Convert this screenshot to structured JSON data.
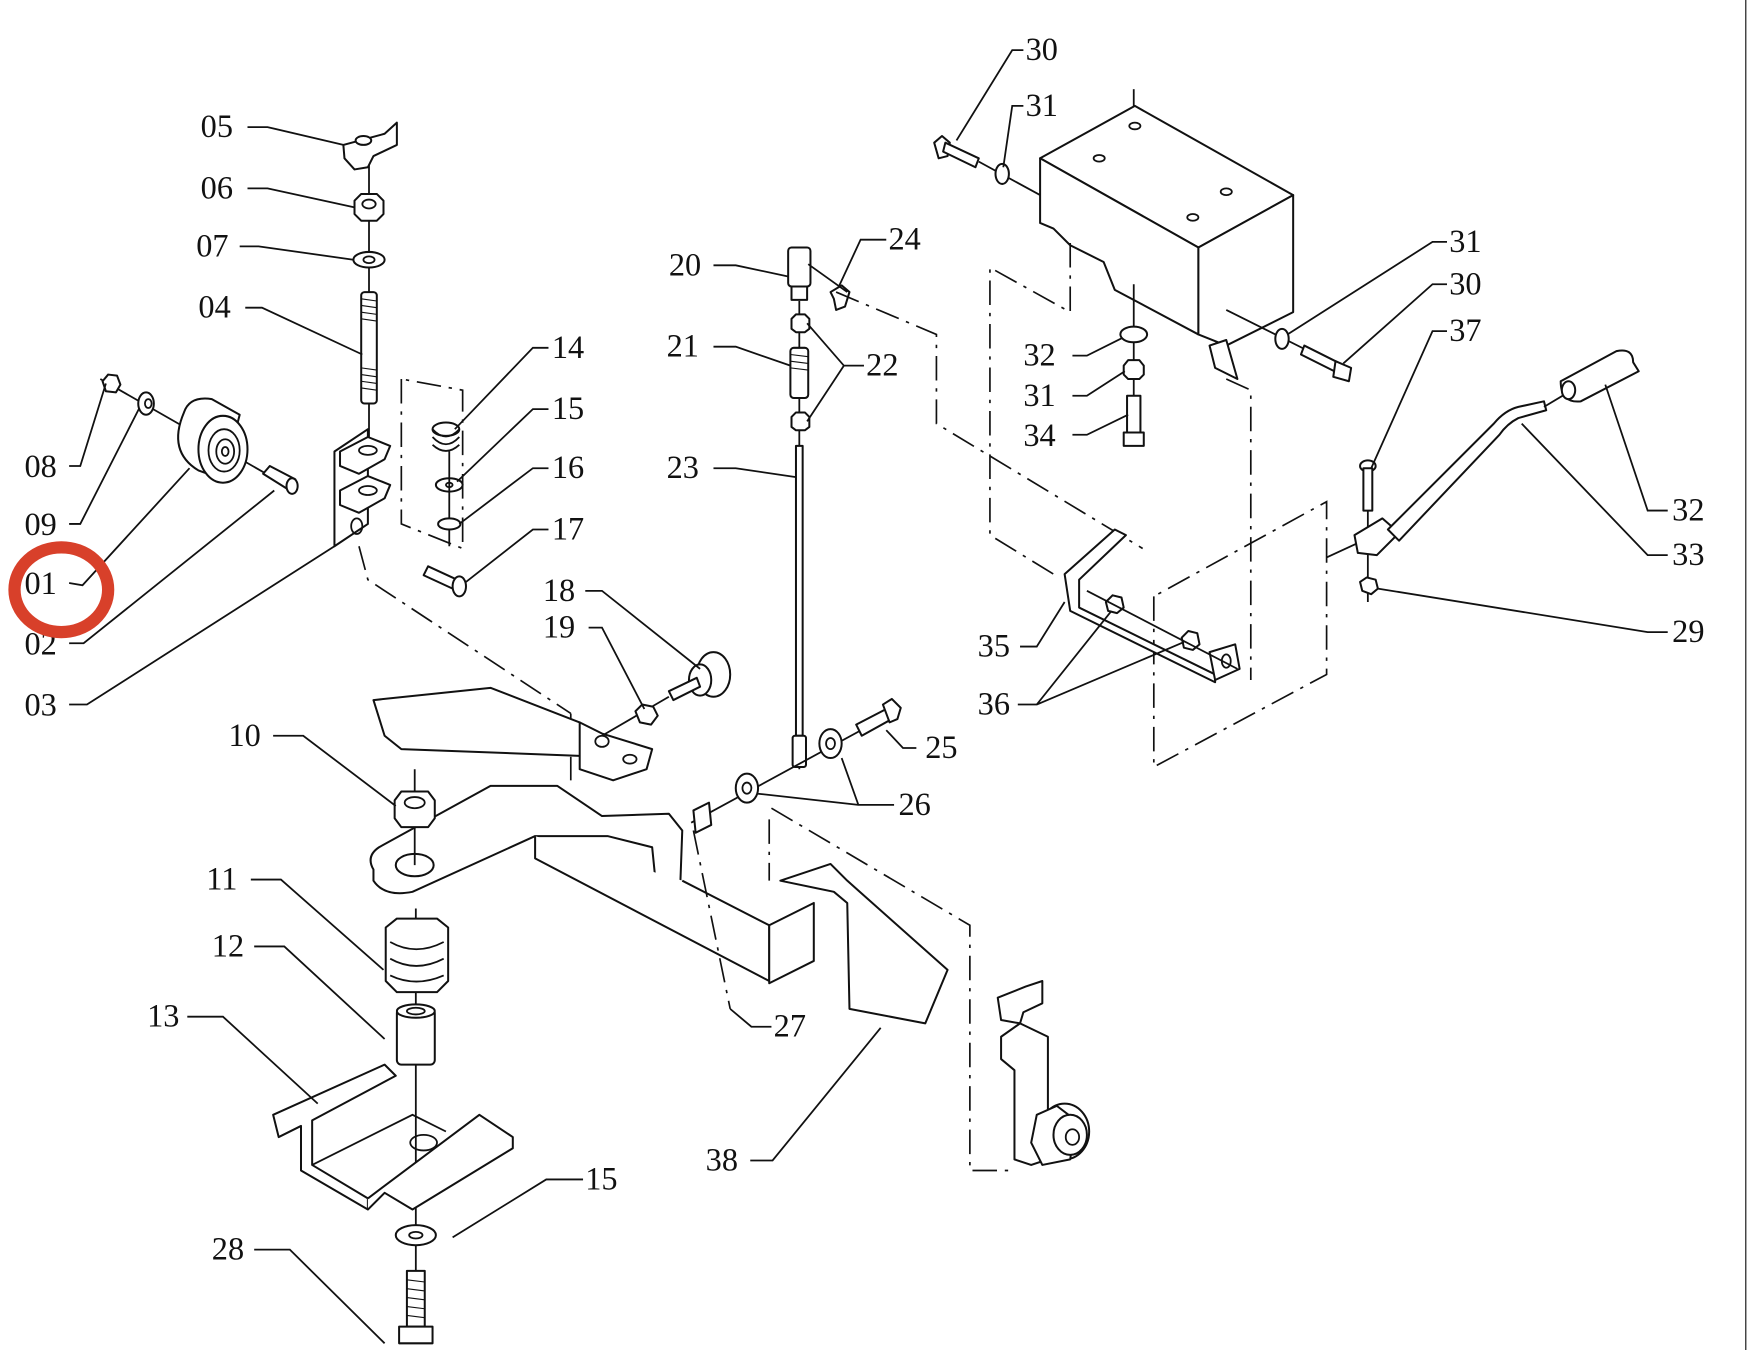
{
  "diagram": {
    "type": "exploded parts diagram",
    "highlight": {
      "label": "01",
      "color": "#d8402a"
    },
    "callouts": [
      {
        "id": "c05",
        "label": "05"
      },
      {
        "id": "c06",
        "label": "06"
      },
      {
        "id": "c07",
        "label": "07"
      },
      {
        "id": "c04",
        "label": "04"
      },
      {
        "id": "c08",
        "label": "08"
      },
      {
        "id": "c09",
        "label": "09"
      },
      {
        "id": "c01",
        "label": "01"
      },
      {
        "id": "c02",
        "label": "02"
      },
      {
        "id": "c03",
        "label": "03"
      },
      {
        "id": "c14",
        "label": "14"
      },
      {
        "id": "c15a",
        "label": "15"
      },
      {
        "id": "c16",
        "label": "16"
      },
      {
        "id": "c17",
        "label": "17"
      },
      {
        "id": "c18",
        "label": "18"
      },
      {
        "id": "c19",
        "label": "19"
      },
      {
        "id": "c10",
        "label": "10"
      },
      {
        "id": "c11",
        "label": "11"
      },
      {
        "id": "c12",
        "label": "12"
      },
      {
        "id": "c13",
        "label": "13"
      },
      {
        "id": "c15b",
        "label": "15"
      },
      {
        "id": "c28",
        "label": "28"
      },
      {
        "id": "c20",
        "label": "20"
      },
      {
        "id": "c21",
        "label": "21"
      },
      {
        "id": "c22",
        "label": "22"
      },
      {
        "id": "c23",
        "label": "23"
      },
      {
        "id": "c24",
        "label": "24"
      },
      {
        "id": "c25",
        "label": "25"
      },
      {
        "id": "c26",
        "label": "26"
      },
      {
        "id": "c27",
        "label": "27"
      },
      {
        "id": "c38",
        "label": "38"
      },
      {
        "id": "c30a",
        "label": "30"
      },
      {
        "id": "c31a",
        "label": "31"
      },
      {
        "id": "c31b",
        "label": "31"
      },
      {
        "id": "c30b",
        "label": "30"
      },
      {
        "id": "c32a",
        "label": "32"
      },
      {
        "id": "c31c",
        "label": "31"
      },
      {
        "id": "c34",
        "label": "34"
      },
      {
        "id": "c37",
        "label": "37"
      },
      {
        "id": "c32b",
        "label": "32"
      },
      {
        "id": "c33",
        "label": "33"
      },
      {
        "id": "c29",
        "label": "29"
      },
      {
        "id": "c35",
        "label": "35"
      },
      {
        "id": "c36",
        "label": "36"
      }
    ]
  }
}
